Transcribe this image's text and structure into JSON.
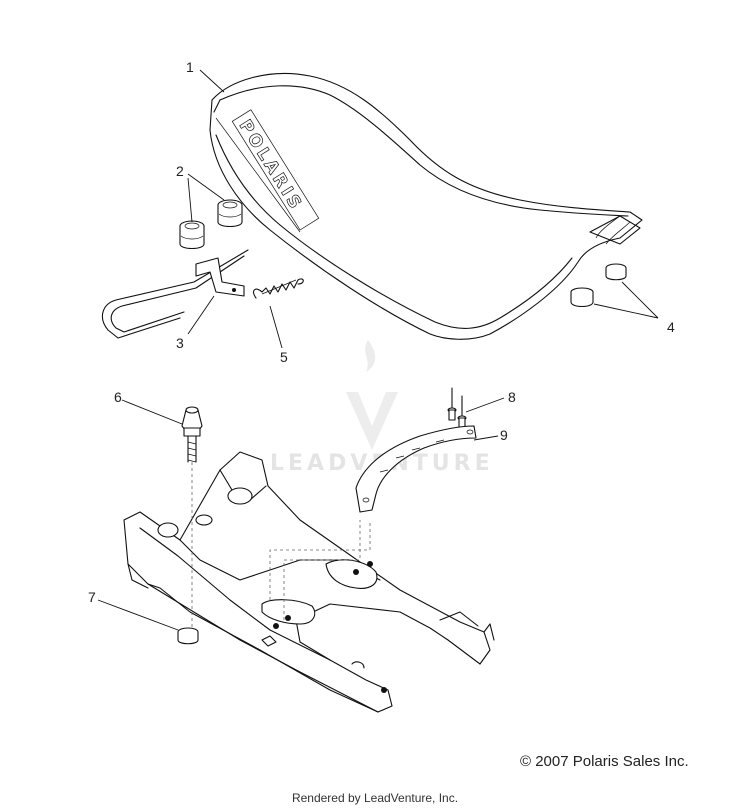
{
  "diagram": {
    "callouts": [
      {
        "id": "1",
        "text": "1"
      },
      {
        "id": "2",
        "text": "2"
      },
      {
        "id": "3",
        "text": "3"
      },
      {
        "id": "4",
        "text": "4"
      },
      {
        "id": "5",
        "text": "5"
      },
      {
        "id": "6",
        "text": "6"
      },
      {
        "id": "7",
        "text": "7"
      },
      {
        "id": "8",
        "text": "8"
      },
      {
        "id": "9",
        "text": "9"
      }
    ],
    "seat_logo": "POLARIS",
    "watermark": "LEADVENTURE",
    "copyright": "© 2007 Polaris Sales Inc.",
    "footer": "Rendered by LeadVenture, Inc."
  },
  "colors": {
    "line": "#111111",
    "watermark": "#e4e4e4",
    "background": "#ffffff"
  }
}
